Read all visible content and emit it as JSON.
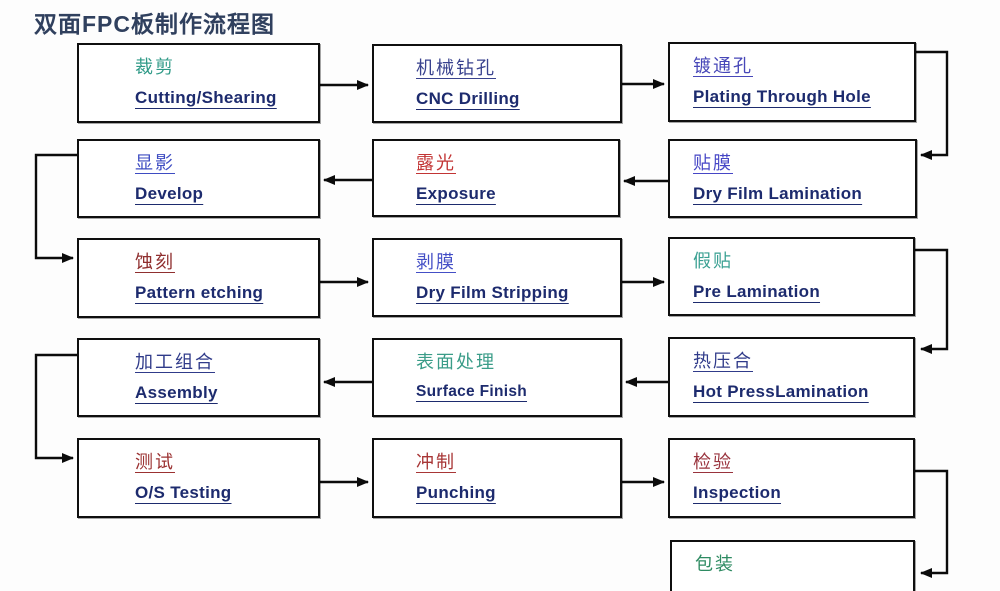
{
  "title": "双面FPC板制作流程图",
  "colors": {
    "title": "#30405e",
    "english": "#1d2b6e",
    "line": "#0b0b0b",
    "box_border": "#0f0f0f",
    "box_background": "#ffffff"
  },
  "boxes": [
    {
      "cn": "裁剪",
      "en": "Cutting/Shearing",
      "cn_color": "#2f9a87"
    },
    {
      "cn": "机械钻孔",
      "en": "CNC Drilling",
      "cn_color": "#39428e"
    },
    {
      "cn": "镀通孔",
      "en": "Plating Through Hole",
      "cn_color": "#4747b8"
    },
    {
      "cn": "显影",
      "en": "Develop",
      "cn_color": "#3e4cc2"
    },
    {
      "cn": "露光",
      "en": "Exposure",
      "cn_color": "#c23434"
    },
    {
      "cn": "贴膜",
      "en": "Dry Film Lamination",
      "cn_color": "#4646c6"
    },
    {
      "cn": "蚀刻",
      "en": "Pattern etching",
      "cn_color": "#8f2f2f"
    },
    {
      "cn": "剥膜",
      "en": "Dry Film Stripping",
      "cn_color": "#444fc6"
    },
    {
      "cn": "假贴",
      "en": "Pre Lamination",
      "cn_color": "#3aa092"
    },
    {
      "cn": "加工组合",
      "en": "Assembly",
      "cn_color": "#303b8a"
    },
    {
      "cn": "表面处理",
      "en": "Surface Finish",
      "cn_color": "#3a9c88"
    },
    {
      "cn": "热压合",
      "en": "Hot PressLamination",
      "cn_color": "#303b8a"
    },
    {
      "cn": "测试",
      "en": "O/S Testing",
      "cn_color": "#9b3131"
    },
    {
      "cn": "冲制",
      "en": "Punching",
      "cn_color": "#a83636"
    },
    {
      "cn": "检验",
      "en": "Inspection",
      "cn_color": "#99333d"
    },
    {
      "cn": "包装",
      "en": "",
      "cn_color": "#2e8b62"
    }
  ],
  "flow_sequence_box_indices": [
    0,
    1,
    2,
    5,
    4,
    3,
    6,
    7,
    8,
    11,
    10,
    9,
    12,
    13,
    14,
    15
  ]
}
